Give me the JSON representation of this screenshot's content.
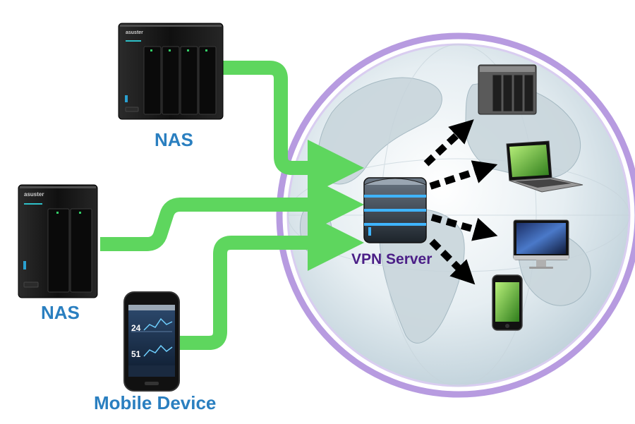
{
  "labels": {
    "nas_top": "NAS",
    "nas_left": "NAS",
    "mobile": "Mobile Device",
    "vpn": "VPN Server"
  },
  "colors": {
    "label_blue": "#2a7fc0",
    "vpn_purple": "#4b1f87",
    "arrow_green": "#5ed65e",
    "globe_ring": "#b79be0"
  },
  "icons": {
    "nas_top": "nas-4bay-icon",
    "nas_left": "nas-2bay-icon",
    "mobile": "smartphone-icon",
    "vpn": "server-icon",
    "client_nas": "nas-small-icon",
    "client_laptop": "laptop-icon",
    "client_desktop": "imac-icon",
    "client_phone": "iphone-icon"
  },
  "phone_screen": {
    "value1": "24",
    "value2": "51"
  }
}
